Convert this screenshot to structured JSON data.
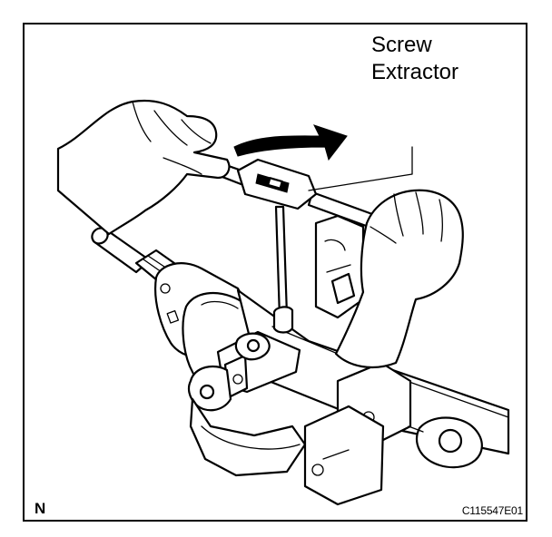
{
  "callout": {
    "line1": "Screw",
    "line2": "Extractor"
  },
  "view_letter": "N",
  "figure_code": "C115547E01"
}
